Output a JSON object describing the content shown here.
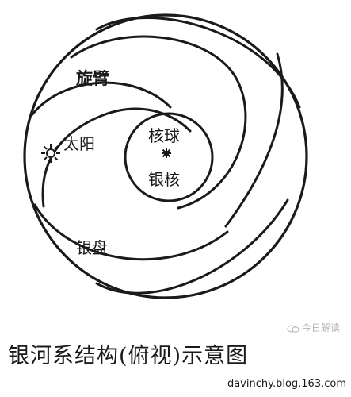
{
  "labels": {
    "spiral_arm": "旋臂",
    "sun": "太阳",
    "bulge": "核球",
    "nucleus": "银核",
    "disk": "银盘"
  },
  "caption": "银河系结构(俯视)示意图",
  "watermark": "今日解读",
  "source": "davinchy.blog.163.com",
  "colors": {
    "ink": "#1a1a1a",
    "paper": "#ffffff",
    "watermark": "#b3b3b3"
  },
  "icons": [
    "sun-icon",
    "galactic-nucleus-icon",
    "wechat-icon"
  ]
}
